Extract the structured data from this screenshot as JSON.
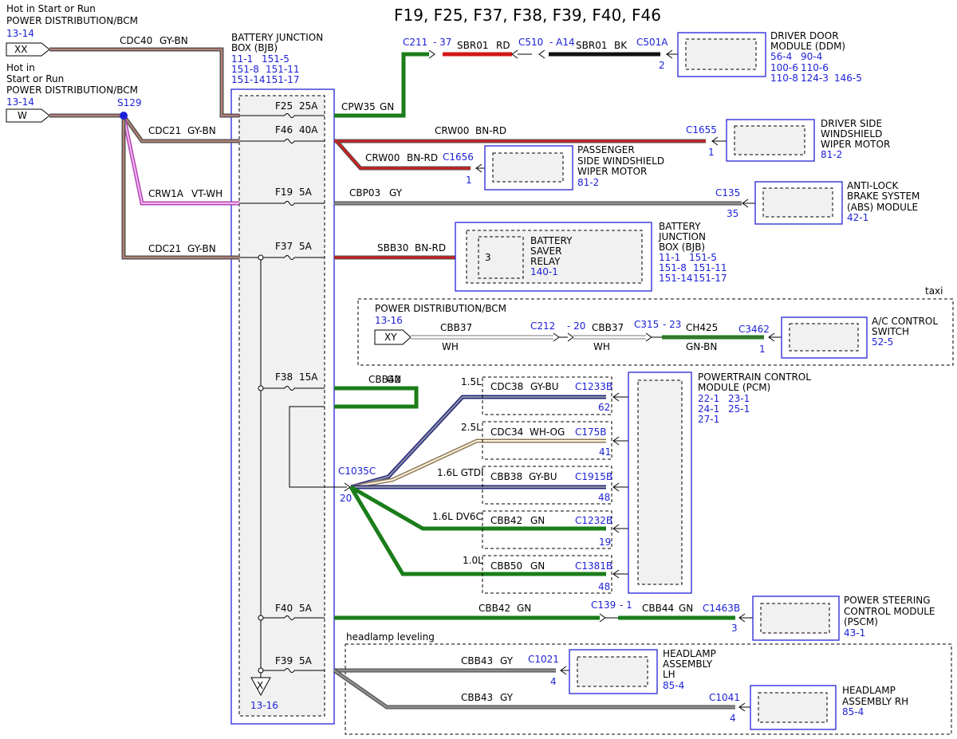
{
  "title": "F19, F25, F37, F38, F39, F40, F46",
  "sources": {
    "xx": {
      "lines": [
        "Hot in Start or Run",
        "POWER DISTRIBUTION/BCM"
      ],
      "ref": "13-14",
      "tag": "XX"
    },
    "w": {
      "lines": [
        "Hot in",
        "Start or Run",
        "POWER DISTRIBUTION/BCM"
      ],
      "ref": "13-14",
      "tag": "W"
    },
    "splice": "S129"
  },
  "bjb": {
    "lines": [
      "BATTERY JUNCTION",
      "BOX (BJB)"
    ],
    "refs": [
      "11-1",
      "151-5",
      "151-8",
      "151-11",
      "151-14",
      "151-17"
    ]
  },
  "fuses": [
    {
      "name": "F25",
      "rating": "25A"
    },
    {
      "name": "F46",
      "rating": "40A"
    },
    {
      "name": "F19",
      "rating": "5A"
    },
    {
      "name": "F37",
      "rating": "5A"
    },
    {
      "name": "F38",
      "rating": "15A"
    },
    {
      "name": "F40",
      "rating": "5A"
    },
    {
      "name": "F39",
      "rating": "5A"
    }
  ],
  "wires": {
    "cdc40": {
      "circuit": "CDC40",
      "color": "GY-BN"
    },
    "cdc21a": {
      "circuit": "CDC21",
      "color": "GY-BN"
    },
    "crw1a": {
      "circuit": "CRW1A",
      "color": "VT-WH"
    },
    "cdc21b": {
      "circuit": "CDC21",
      "color": "GY-BN"
    },
    "cpw35": {
      "circuit": "CPW35",
      "color": "GN"
    },
    "sbr01a": {
      "circuit": "SBR01",
      "color": "RD"
    },
    "sbr01b": {
      "circuit": "SBR01",
      "color": "BK"
    },
    "crw00a": {
      "circuit": "CRW00",
      "color": "BN-RD"
    },
    "crw00b": {
      "circuit": "CRW00",
      "color": "BN-RD"
    },
    "cbp03": {
      "circuit": "CBP03",
      "color": "GY"
    },
    "sbb30": {
      "circuit": "SBB30",
      "color": "BN-RD"
    },
    "cbb37a": {
      "circuit": "CBB37",
      "color": "WH"
    },
    "cbb37b": {
      "circuit": "CBB37",
      "color": "WH"
    },
    "ch425": {
      "circuit": "CH425",
      "color": "GN-BN"
    },
    "cbb42loop": {
      "circuit": "CBB42",
      "color": "GN"
    },
    "cdc38": {
      "circuit": "CDC38",
      "color": "GY-BU"
    },
    "cdc34": {
      "circuit": "CDC34",
      "color": "WH-OG"
    },
    "cbb38": {
      "circuit": "CBB38",
      "color": "GY-BU"
    },
    "cbb42": {
      "circuit": "CBB42",
      "color": "GN"
    },
    "cbb50": {
      "circuit": "CBB50",
      "color": "GN"
    },
    "cbb42b": {
      "circuit": "CBB42",
      "color": "GN"
    },
    "cbb44": {
      "circuit": "CBB44",
      "color": "GN"
    },
    "cbb43a": {
      "circuit": "CBB43",
      "color": "GY"
    },
    "cbb43b": {
      "circuit": "CBB43",
      "color": "GY"
    }
  },
  "connectors": {
    "c211": {
      "name": "C211",
      "pin": "37"
    },
    "c510": {
      "name": "C510",
      "pin": "A14"
    },
    "c501a": {
      "name": "C501A",
      "pin": "2"
    },
    "c1655": {
      "name": "C1655",
      "pin": "1"
    },
    "c1656": {
      "name": "C1656",
      "pin": "1"
    },
    "c135": {
      "name": "C135",
      "pin": "35"
    },
    "c212": {
      "name": "C212",
      "pin": "20"
    },
    "c315": {
      "name": "C315",
      "pin": "23"
    },
    "c3462": {
      "name": "C3462",
      "pin": "1"
    },
    "c1035c": {
      "name": "C1035C",
      "pin": "20"
    },
    "c139": {
      "name": "C139",
      "pin": "1"
    },
    "c1463b": {
      "name": "C1463B",
      "pin": "3"
    },
    "c1021": {
      "name": "C1021",
      "pin": "4"
    },
    "c1041": {
      "name": "C1041",
      "pin": "4"
    }
  },
  "engine_branches": [
    {
      "engine": "1.5L",
      "circuit": "CDC38",
      "color": "GY-BU",
      "connector": "C1233B",
      "pin": "62"
    },
    {
      "engine": "2.5L",
      "circuit": "CDC34",
      "color": "WH-OG",
      "connector": "C175B",
      "pin": "41"
    },
    {
      "engine": "1.6L GTDI",
      "circuit": "CBB38",
      "color": "GY-BU",
      "connector": "C1915B",
      "pin": "48"
    },
    {
      "engine": "1.6L DV6C",
      "circuit": "CBB42",
      "color": "GN",
      "connector": "C1232B",
      "pin": "19"
    },
    {
      "engine": "1.0L",
      "circuit": "CBB50",
      "color": "GN",
      "connector": "C1381B",
      "pin": "48"
    }
  ],
  "components": {
    "ddm": {
      "lines": [
        "DRIVER DOOR",
        "MODULE (DDM)"
      ],
      "refs": [
        "56-4",
        "90-4",
        "100-6",
        "110-6",
        "110-8",
        "124-3",
        "146-5"
      ]
    },
    "ds_wiper": {
      "lines": [
        "DRIVER SIDE",
        "WINDSHIELD",
        "WIPER MOTOR"
      ],
      "ref": "81-2"
    },
    "ps_wiper": {
      "lines": [
        "PASSENGER",
        "SIDE WINDSHIELD",
        "WIPER MOTOR"
      ],
      "ref": "81-2"
    },
    "abs": {
      "lines": [
        "ANTI-LOCK",
        "BRAKE SYSTEM",
        "(ABS) MODULE"
      ],
      "ref": "42-1"
    },
    "bsr": {
      "lines": [
        "BATTERY",
        "SAVER",
        "RELAY"
      ],
      "ref": "140-1",
      "pin": "3"
    },
    "bjb2": {
      "lines": [
        "BATTERY",
        "JUNCTION",
        "BOX (BJB)"
      ],
      "refs": [
        "11-1",
        "151-5",
        "151-8",
        "151-11",
        "151-14",
        "151-17"
      ]
    },
    "ac": {
      "lines": [
        "A/C CONTROL",
        "SWITCH"
      ],
      "ref": "52-5"
    },
    "pcm": {
      "lines": [
        "POWERTRAIN CONTROL",
        "MODULE (PCM)"
      ],
      "refs": [
        "22-1",
        "23-1",
        "24-1",
        "25-1",
        "27-1"
      ]
    },
    "pscm": {
      "lines": [
        "POWER STEERING",
        "CONTROL MODULE",
        "(PSCM)"
      ],
      "ref": "43-1"
    },
    "hl_lh": {
      "lines": [
        "HEADLAMP",
        "ASSEMBLY",
        "LH"
      ],
      "ref": "85-4"
    },
    "hl_rh": {
      "lines": [
        "HEADLAMP",
        "ASSEMBLY RH"
      ],
      "ref": "85-4"
    }
  },
  "taxi": {
    "label": "taxi",
    "source_lines": [
      "POWER DISTRIBUTION/BCM"
    ],
    "ref": "13-16",
    "tag": "XY"
  },
  "headlamp_leveling": "headlamp leveling",
  "ground": {
    "tag": "X",
    "ref": "13-16"
  },
  "colors": {
    "blue": "#1e22d6",
    "green": "#1a7d1a",
    "red": "#d01818",
    "black": "#111111",
    "gray": "#7b7b7b",
    "gray_bn": "#8a6a6a",
    "pink": "#e889e8",
    "navy": "#2a2fa0"
  }
}
